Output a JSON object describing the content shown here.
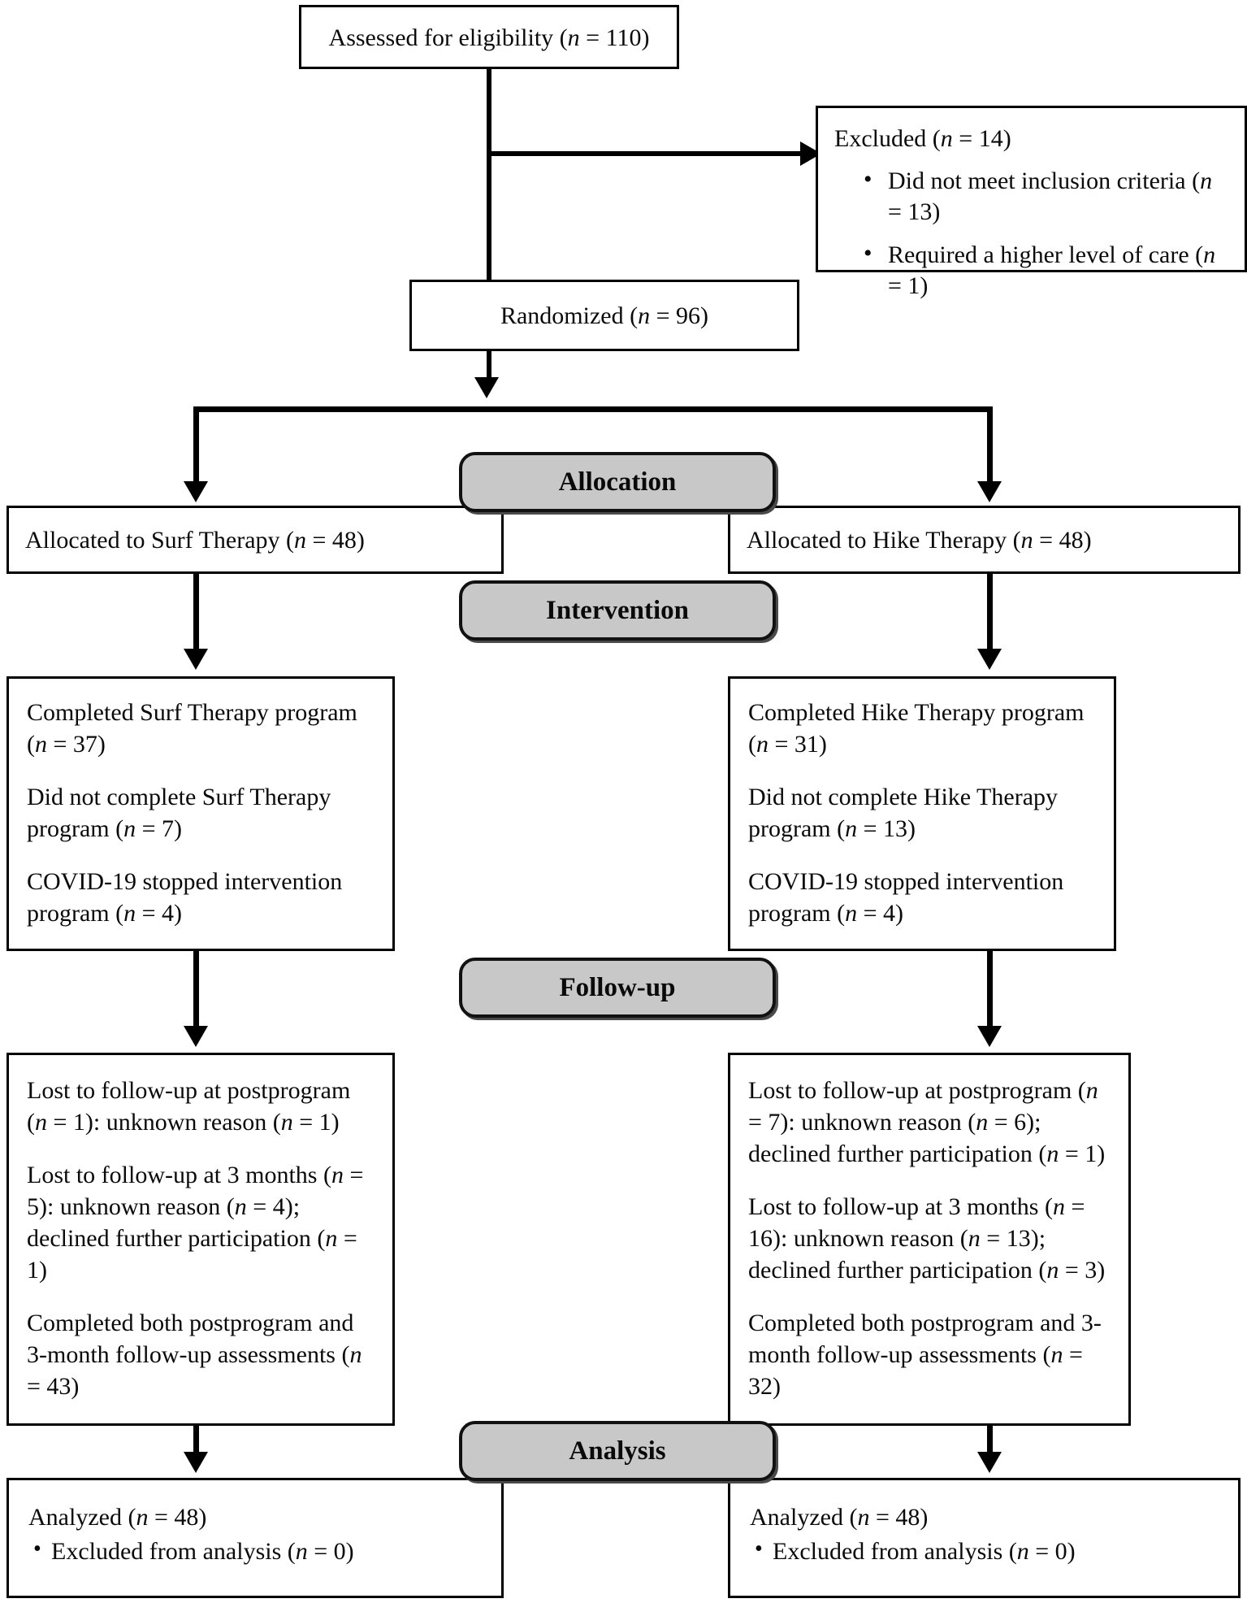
{
  "diagram": {
    "type": "consort-flow-diagram",
    "title": "CONSORT participant flow diagram"
  },
  "enrollment": {
    "assessed": {
      "text": "Assessed for eligibility (n = 110)",
      "label": "Assessed for eligibility",
      "n": 110
    },
    "excluded": {
      "heading": "Excluded (n = 14)",
      "n": 14,
      "reasons": [
        {
          "text": "Did not meet inclusion criteria (n = 13)",
          "n": 13
        },
        {
          "text": "Required a higher level of care (n = 1)",
          "n": 1
        }
      ]
    },
    "randomized": {
      "text": "Randomized (n = 96)",
      "label": "Randomized",
      "n": 96
    }
  },
  "stages": {
    "allocation": "Allocation",
    "intervention": "Intervention",
    "followup": "Follow-up",
    "analysis": "Analysis"
  },
  "arms": {
    "left": {
      "name": "Surf Therapy",
      "allocation": {
        "text": "Allocated to Surf Therapy (n = 48)",
        "n": 48
      },
      "intervention": [
        "Completed Surf Therapy program (n = 37)",
        "Did not complete Surf Therapy program (n = 7)",
        "COVID-19 stopped intervention program (n = 4)"
      ],
      "intervention_values": {
        "completed": 37,
        "did_not_complete": 7,
        "covid_stopped": 4
      },
      "followup": [
        "Lost to follow-up at postprogram (n = 1): unknown reason (n = 1)",
        "Lost to follow-up at 3 months (n = 5): unknown reason (n = 4); declined further participation (n = 1)",
        "Completed both postprogram and 3-month follow-up assessments (n = 43)"
      ],
      "followup_values": {
        "lost_postprogram": 1,
        "lost_postprogram_unknown": 1,
        "lost_3months": 5,
        "lost_3months_unknown": 4,
        "lost_3months_declined": 1,
        "completed_both": 43
      },
      "analysis": {
        "heading": "Analyzed (n = 48)",
        "n": 48,
        "bullets": [
          "Excluded from analysis (n = 0)"
        ],
        "excluded_n": 0
      }
    },
    "right": {
      "name": "Hike Therapy",
      "allocation": {
        "text": "Allocated to Hike Therapy (n = 48)",
        "n": 48
      },
      "intervention": [
        "Completed Hike Therapy program (n = 31)",
        "Did not complete Hike Therapy program (n = 13)",
        "COVID-19 stopped intervention program (n = 4)"
      ],
      "intervention_values": {
        "completed": 31,
        "did_not_complete": 13,
        "covid_stopped": 4
      },
      "followup": [
        "Lost to follow-up at postprogram (n = 7): unknown reason (n = 6); declined further participation (n = 1)",
        "Lost to follow-up at 3 months (n = 16): unknown reason (n = 13); declined further participation (n = 3)",
        "Completed both postprogram and 3-month follow-up assessments (n = 32)"
      ],
      "followup_values": {
        "lost_postprogram": 7,
        "lost_postprogram_unknown": 6,
        "lost_postprogram_declined": 1,
        "lost_3months": 16,
        "lost_3months_unknown": 13,
        "lost_3months_declined": 3,
        "completed_both": 32
      },
      "analysis": {
        "heading": "Analyzed (n = 48)",
        "n": 48,
        "bullets": [
          "Excluded from analysis (n = 0)"
        ],
        "excluded_n": 0
      }
    }
  },
  "colors": {
    "stage_fill": "#c8c8c8",
    "line": "#000000",
    "box_border": "#000000",
    "background": "#ffffff"
  }
}
